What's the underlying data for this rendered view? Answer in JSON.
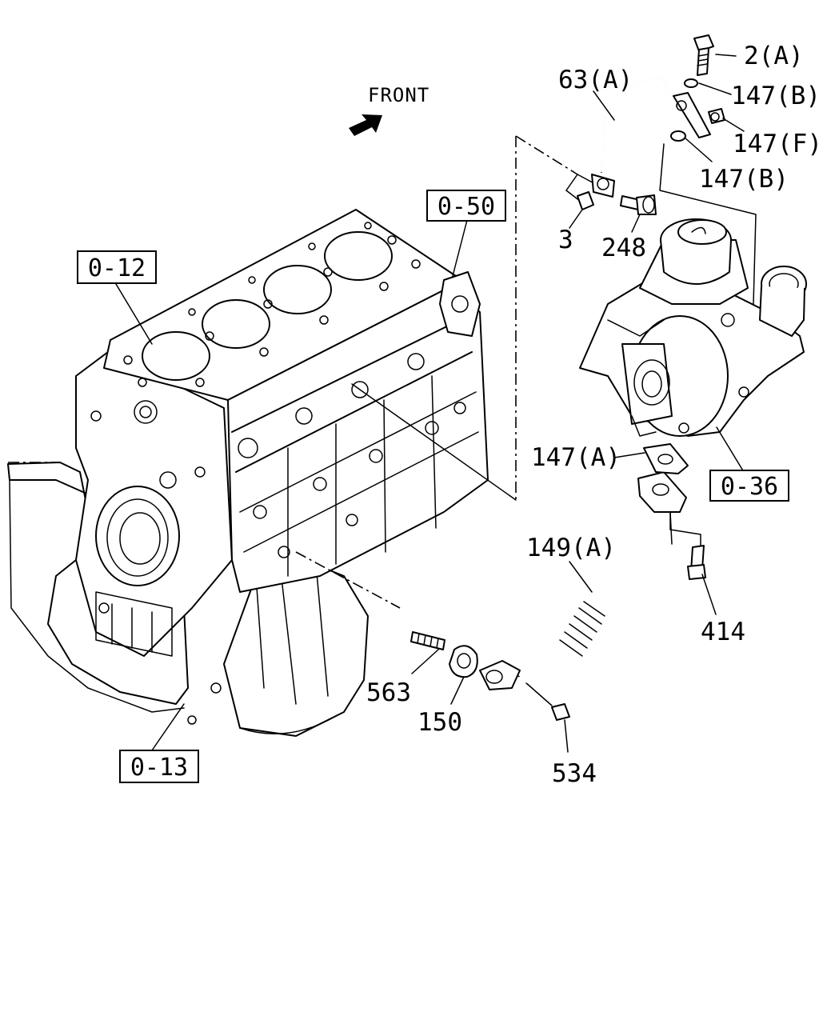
{
  "diagram": {
    "front_label": "FRONT",
    "ref_boxes": {
      "block": "0-12",
      "oil_pan": "0-13",
      "cover": "0-50",
      "turbo": "0-36"
    },
    "part_labels": {
      "bolt_2a": "2(A)",
      "pipe_63a": "63(A)",
      "washer_147b_top": "147(B)",
      "clip_147f": "147(F)",
      "washer_147b_bottom": "147(B)",
      "clip_3": "3",
      "bolt_248": "248",
      "gasket_147a": "147(A)",
      "pipe_149a": "149(A)",
      "bolt_414": "414",
      "stud_563": "563",
      "gasket_150": "150",
      "nut_534": "534"
    }
  }
}
